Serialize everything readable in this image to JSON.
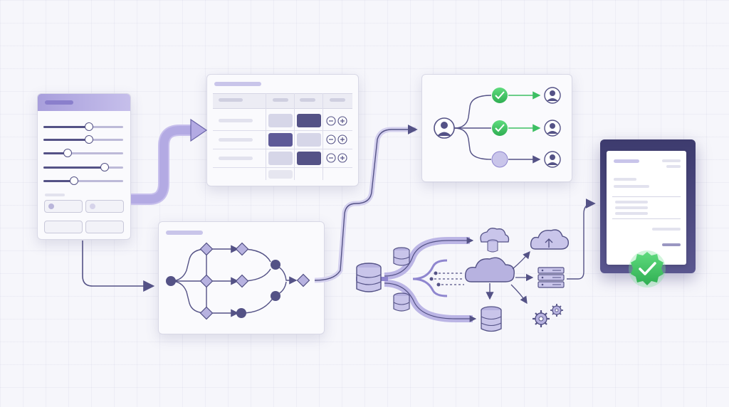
{
  "canvas": {
    "background": "#f6f6fb",
    "accent": "#8f86cf",
    "accent_dark": "#545286",
    "success": "#3dbf63",
    "node_fill": "#fafafd"
  },
  "icons": [
    "settings-panel-icon",
    "spreadsheet-icon",
    "workflow-graph-icon",
    "approval-routing-icon",
    "user-avatar-icon",
    "checkmark-icon",
    "database-icon",
    "cloud-icon",
    "cloud-upload-icon",
    "server-rack-icon",
    "gear-icon",
    "document-icon",
    "verified-badge-icon",
    "arrow-icon",
    "minus-icon",
    "plus-icon"
  ],
  "stages": [
    {
      "id": "configure",
      "icon": "settings-panel-icon"
    },
    {
      "id": "tabulate",
      "icon": "spreadsheet-icon"
    },
    {
      "id": "workflow",
      "icon": "workflow-graph-icon"
    },
    {
      "id": "approve",
      "icon": "approval-routing-icon"
    },
    {
      "id": "data-pipeline",
      "icon": "cloud-icon"
    },
    {
      "id": "verified-document",
      "icon": "verified-badge-icon"
    }
  ],
  "approval_branches": [
    {
      "state": "approved",
      "color": "#3dbf63"
    },
    {
      "state": "approved",
      "color": "#3dbf63"
    },
    {
      "state": "pending",
      "color": "#c9c5ea"
    }
  ],
  "sliders": [
    0.58,
    0.58,
    0.3,
    0.77,
    0.38
  ]
}
